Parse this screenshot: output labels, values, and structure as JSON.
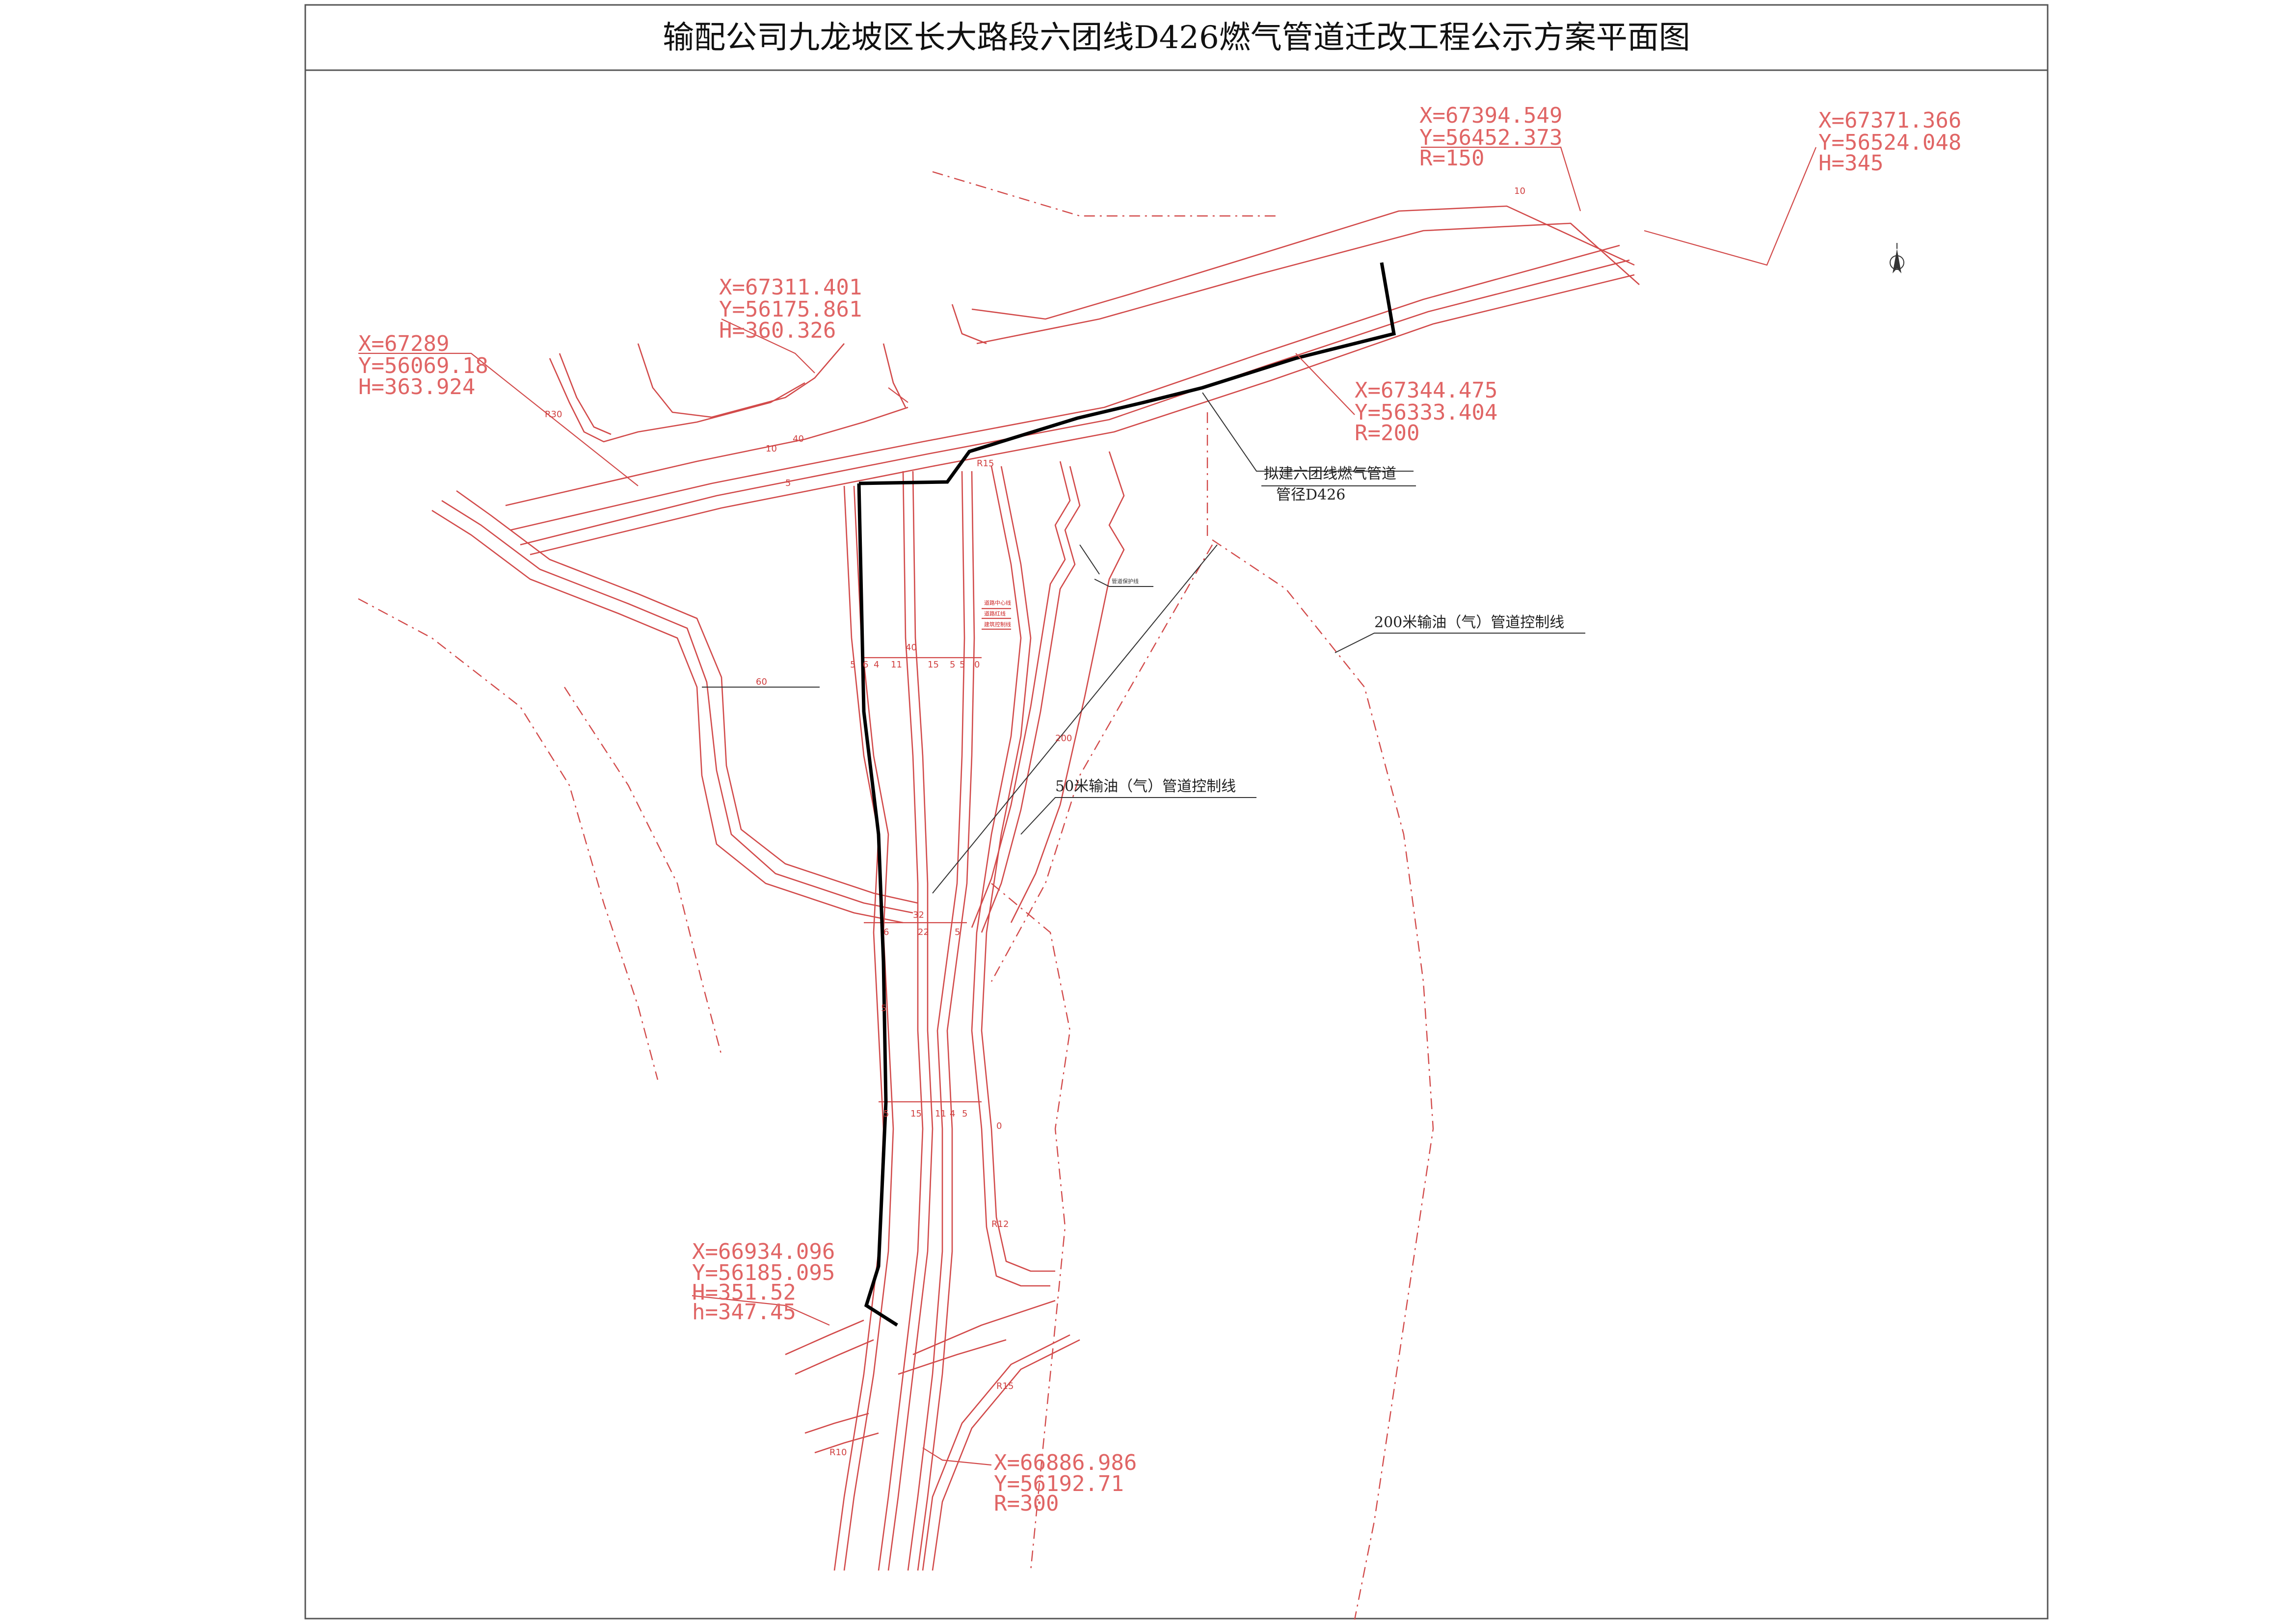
{
  "title": "输配公司九龙坡区长大路段六团线D426燃气管道迁改工程公示方案平面图",
  "coordinates": [
    {
      "name": "coord-top-right-1",
      "lines": [
        "X=67394.549",
        "Y=56452.373",
        "R=150"
      ]
    },
    {
      "name": "coord-top-right-2",
      "lines": [
        "X=67371.366",
        "Y=56524.048",
        "H=345"
      ]
    },
    {
      "name": "coord-upper-mid",
      "lines": [
        "X=67311.401",
        "Y=56175.861",
        "H=360.326"
      ]
    },
    {
      "name": "coord-left",
      "lines": [
        "X=67289",
        "Y=56069.18",
        "H=363.924"
      ]
    },
    {
      "name": "coord-right-mid",
      "lines": [
        "X=67344.475",
        "Y=56333.404",
        "R=200"
      ]
    },
    {
      "name": "coord-bottom-left",
      "lines": [
        "X=66934.096",
        "Y=56185.095",
        "H=351.52",
        "h=347.45"
      ]
    },
    {
      "name": "coord-bottom-right",
      "lines": [
        "X=66886.986",
        "Y=56192.71",
        "R=300"
      ]
    }
  ],
  "annotations": {
    "pipeline_name": "拟建六团线燃气管道",
    "pipeline_diameter": "管径D426",
    "control_200": "200米输油（气）管道控制线",
    "control_50": "50米输油（气）管道控制线",
    "protection_line": "管道保护线"
  },
  "legend": [
    "道路中心线",
    "道路红线",
    "建筑控制线"
  ],
  "dimensions": {
    "upper_width": "40",
    "upper_parts": [
      "5",
      "6",
      "4",
      "11",
      "15",
      "5",
      "5",
      "0"
    ],
    "mid_width": "32",
    "mid_parts": [
      "6",
      "22",
      "5"
    ],
    "low_parts": [
      "5",
      "15",
      "11",
      "4",
      "5",
      "0"
    ],
    "side_five": "5",
    "left_offset": "60",
    "diag": "200",
    "road_a": "40",
    "road_b": "5",
    "road_c": "10",
    "r_left": "R30",
    "r_upper": "R15",
    "r_bottom": "R15",
    "r_bottom2": "R10",
    "r_low": "R12",
    "top_ten": "10"
  },
  "colors": {
    "road_line": "#d24a4a",
    "coordinate_text": "#e06565",
    "pipeline": "#000000"
  },
  "icons": [
    "north-arrow-icon"
  ]
}
